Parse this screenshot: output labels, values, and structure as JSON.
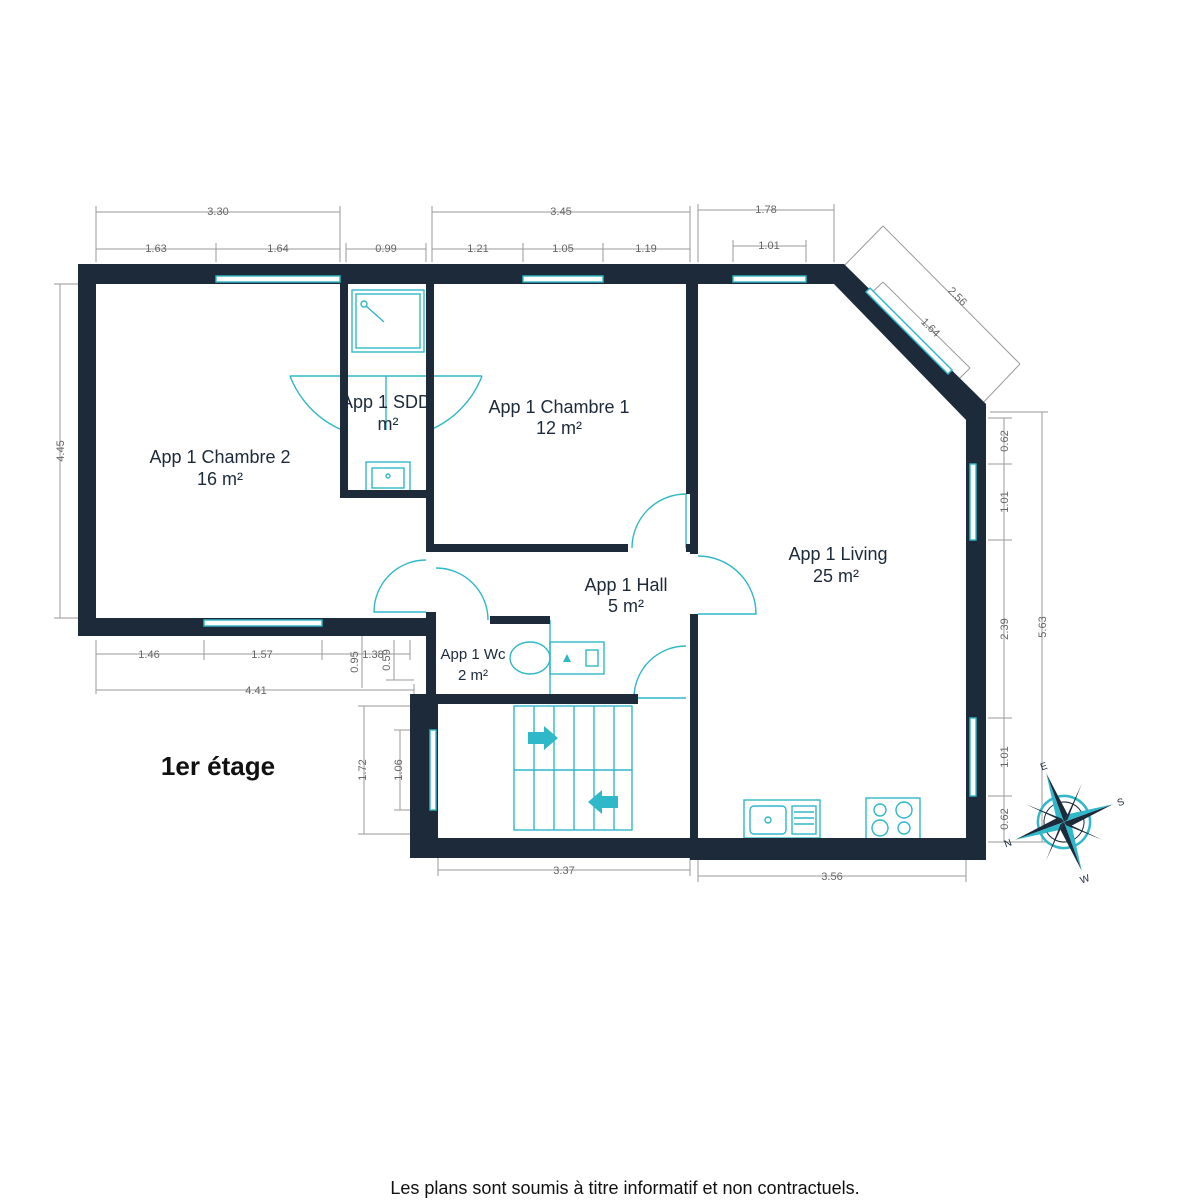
{
  "floor_label": "1er étage",
  "footer_note": "Les plans sont soumis à titre informatif et non contractuels.",
  "rooms": {
    "chambre2": {
      "name": "App 1 Chambre 2",
      "area": "16 m²"
    },
    "sdd": {
      "name": "App 1 SDD",
      "area": "m²"
    },
    "chambre1": {
      "name": "App 1 Chambre 1",
      "area": "12 m²"
    },
    "living": {
      "name": "App 1 Living",
      "area": "25 m²"
    },
    "hall": {
      "name": "App 1 Hall",
      "area": "5 m²"
    },
    "wc": {
      "name": "App 1 Wc",
      "area": "2 m²"
    }
  },
  "dimensions": {
    "top_3_30": "3.30",
    "top_1_63": "1.63",
    "top_1_64": "1.64",
    "top_0_99": "0.99",
    "top_3_45": "3.45",
    "top_1_21": "1.21",
    "top_1_05": "1.05",
    "top_1_19": "1.19",
    "top_1_78": "1.78",
    "top_1_01": "1.01",
    "diag_2_56": "2.56",
    "diag_1_64": "1.64",
    "left_4_45": "4.45",
    "bot_1_46": "1.46",
    "bot_1_57": "1.57",
    "bot_1_38": "1.38",
    "bot_4_41": "4.41",
    "v_0_95": "0.95",
    "v_0_59": "0.59",
    "left_1_72": "1.72",
    "left_1_06": "1.06",
    "bot_3_37": "3.37",
    "bot_3_56": "3.56",
    "right_0_62a": "0.62",
    "right_1_01a": "1.01",
    "right_2_39": "2.39",
    "right_1_01b": "1.01",
    "right_0_62b": "0.62",
    "right_5_63": "5.63"
  },
  "compass": {
    "n": "N",
    "e": "E",
    "s": "S",
    "w": "W"
  },
  "colors": {
    "wall": "#1c2a3a",
    "fixture": "#2fb8c8",
    "dimension": "#9a9a9a"
  }
}
